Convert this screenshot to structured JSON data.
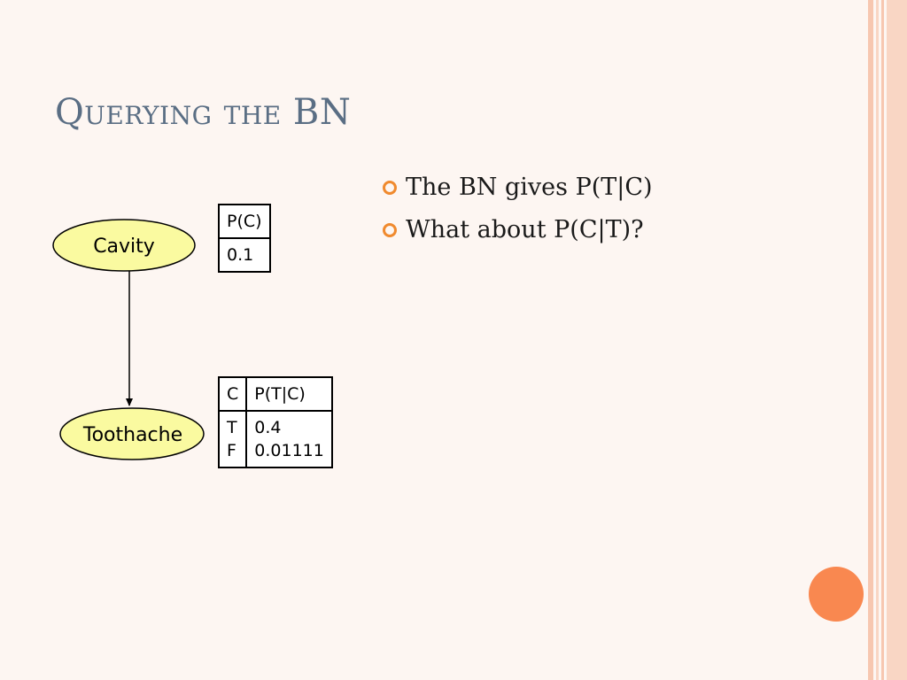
{
  "slide": {
    "title": "Querying the BN",
    "bullets": [
      "The BN gives P(T|C)",
      "What about P(C|T)?"
    ]
  },
  "diagram": {
    "nodes": [
      {
        "id": "cavity",
        "label": "Cavity"
      },
      {
        "id": "toothache",
        "label": "Toothache"
      }
    ],
    "edges": [
      {
        "from": "cavity",
        "to": "toothache"
      }
    ],
    "node_fill": "#fafaa0"
  },
  "cpt_cavity": {
    "header": "P(C)",
    "value": "0.1"
  },
  "cpt_toothache": {
    "headers": [
      "C",
      "P(T|C)"
    ],
    "rows": [
      {
        "c": "T",
        "p": "0.4"
      },
      {
        "c": "F",
        "p": "0.01111"
      }
    ]
  },
  "theme": {
    "title_color": "#5a6e84",
    "bullet_color": "#f08a2e",
    "accent_dot": "#f98850"
  },
  "icons": [
    "bullet-ring-icon"
  ]
}
